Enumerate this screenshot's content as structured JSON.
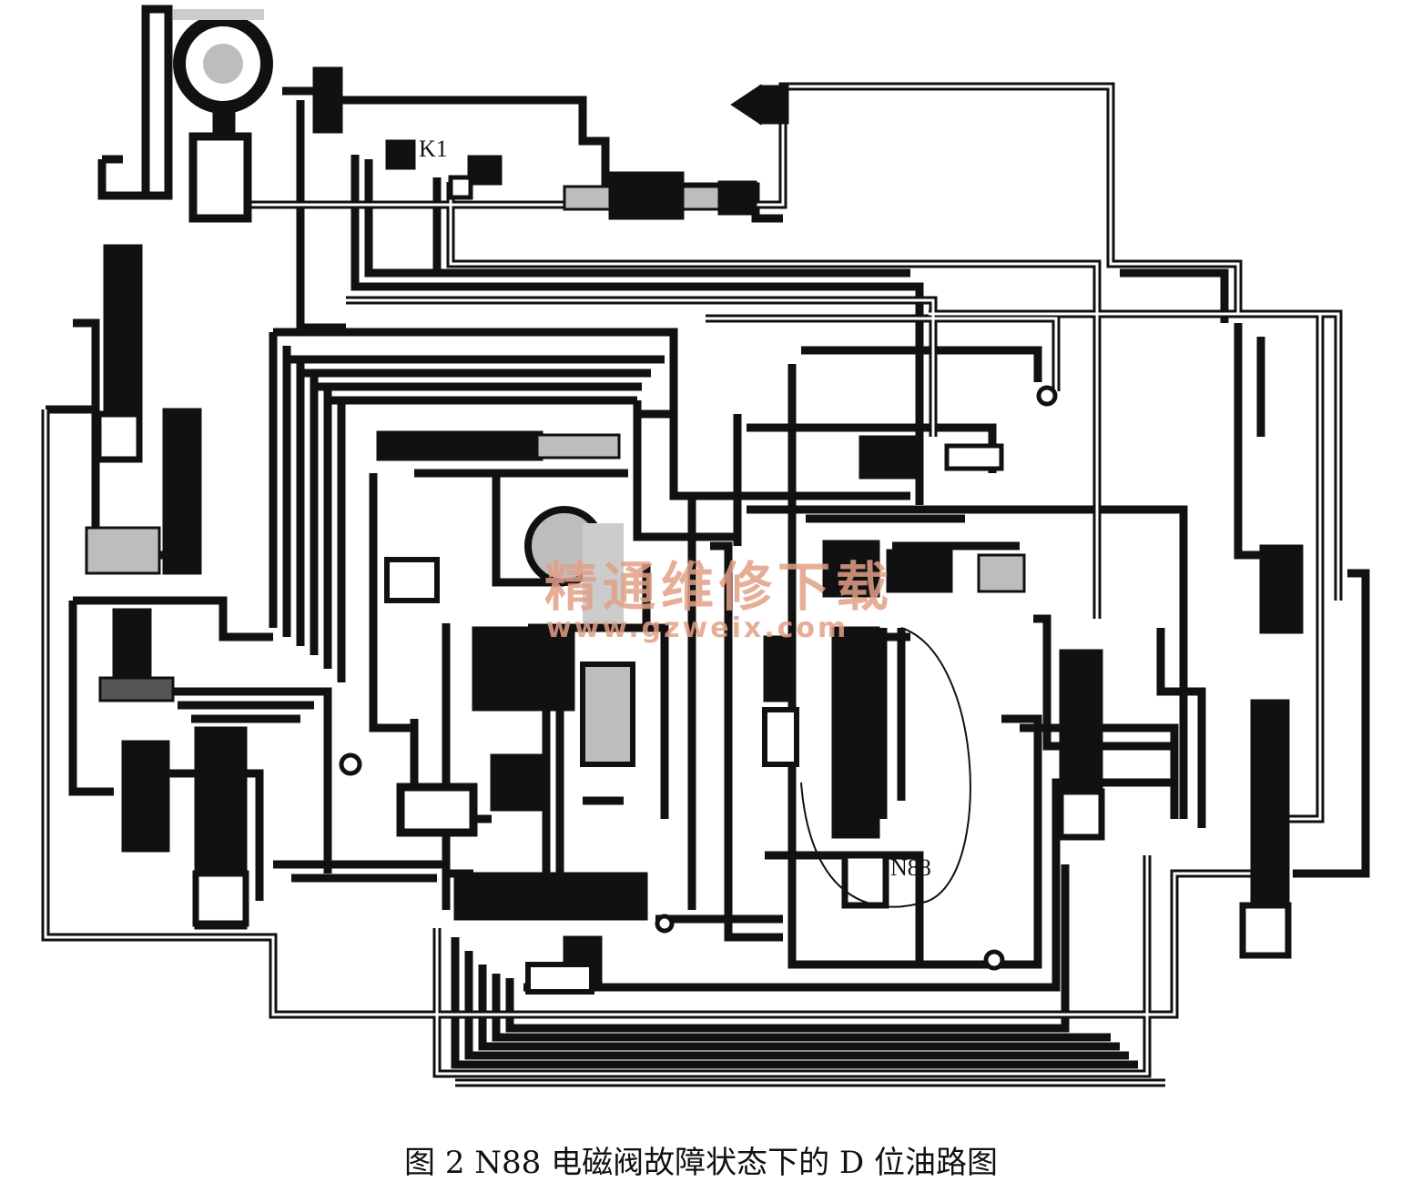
{
  "labels": {
    "k1": "K1",
    "n88": "N88"
  },
  "watermark": {
    "text_cn": "精通维修下载",
    "url": "www.gzweix.com",
    "color": "#e2a086"
  },
  "caption": "图 2   N88 电磁阀故障状态下的 D 位油路图",
  "colors": {
    "pipe": "#111111",
    "pipe_light": "#ffffff",
    "valve_fill": "#111111",
    "shade": "#bdbdbd"
  }
}
